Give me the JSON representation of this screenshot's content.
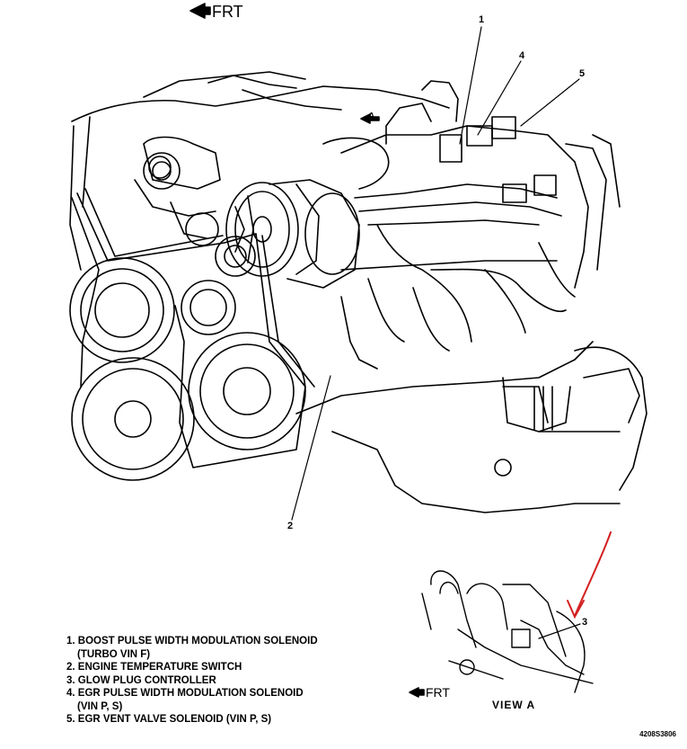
{
  "labels": {
    "frt_top": "FRT",
    "frt_bottom": "FRT",
    "view_a_marker": "A",
    "view_a_caption": "VIEW A",
    "reference_code": "4208S3806"
  },
  "callouts": {
    "c1": "1",
    "c2": "2",
    "c3": "3",
    "c4": "4",
    "c5": "5"
  },
  "legend": [
    {
      "line1": "1. BOOST PULSE WIDTH MODULATION SOLENOID",
      "line2": "(TURBO VIN F)"
    },
    {
      "line1": "2. ENGINE TEMPERATURE SWITCH",
      "line2": ""
    },
    {
      "line1": "3. GLOW PLUG CONTROLLER",
      "line2": ""
    },
    {
      "line1": "4. EGR PULSE WIDTH MODULATION SOLENOID",
      "line2": "(VIN P, S)"
    },
    {
      "line1": "5. EGR VENT VALVE SOLENOID (VIN P, S)",
      "line2": ""
    }
  ],
  "colors": {
    "line": "#000000",
    "annotation_arrow": "#d42020",
    "background": "#ffffff"
  },
  "icons": {
    "front_arrow": "arrow-left-icon",
    "view_arrow": "arrow-right-icon"
  }
}
